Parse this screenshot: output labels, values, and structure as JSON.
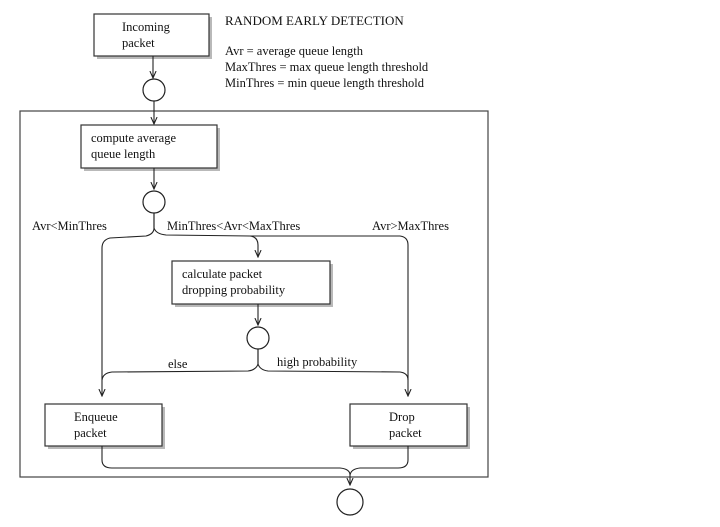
{
  "legend": {
    "title": "RANDOM EARLY DETECTION",
    "lines": [
      "Avr = average queue length",
      "MaxThres = max queue length threshold",
      "MinThres = min queue length threshold"
    ]
  },
  "nodes": {
    "incoming": {
      "lines": [
        "Incoming",
        "packet"
      ]
    },
    "compute": {
      "lines": [
        "compute average",
        "queue length"
      ]
    },
    "calculate": {
      "lines": [
        "calculate packet",
        "dropping probability"
      ]
    },
    "enqueue": {
      "lines": [
        "Enqueue",
        "packet"
      ]
    },
    "drop": {
      "lines": [
        "Drop",
        "packet"
      ]
    }
  },
  "edge_labels": {
    "avr_lt_min": "Avr<MinThres",
    "between": "MinThres<Avr<MaxThres",
    "avr_gt_max": "Avr>MaxThres",
    "else": "else",
    "high_probability": "high probability"
  }
}
